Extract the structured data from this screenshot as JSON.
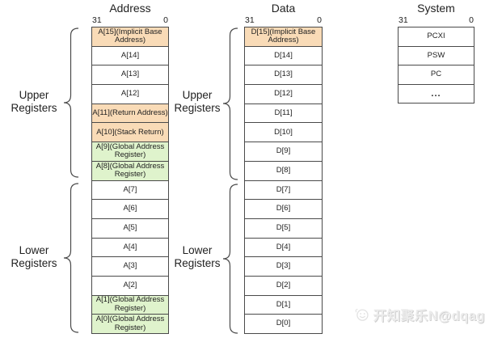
{
  "diagram": {
    "columns": {
      "address": {
        "title": "Address",
        "bit_high": "31",
        "bit_low": "0",
        "registers": [
          {
            "label": "A[15](Implicit Base Address)",
            "fill": "orange"
          },
          {
            "label": "A[14]",
            "fill": "none"
          },
          {
            "label": "A[13]",
            "fill": "none"
          },
          {
            "label": "A[12]",
            "fill": "none"
          },
          {
            "label": "A[11](Return Address)",
            "fill": "orange"
          },
          {
            "label": "A[10](Stack Return)",
            "fill": "orange"
          },
          {
            "label": "A[9](Global Address Register)",
            "fill": "green"
          },
          {
            "label": "A[8](Global Address Register)",
            "fill": "green"
          },
          {
            "label": "A[7]",
            "fill": "none"
          },
          {
            "label": "A[6]",
            "fill": "none"
          },
          {
            "label": "A[5]",
            "fill": "none"
          },
          {
            "label": "A[4]",
            "fill": "none"
          },
          {
            "label": "A[3]",
            "fill": "none"
          },
          {
            "label": "A[2]",
            "fill": "none"
          },
          {
            "label": "A[1](Global Address Register)",
            "fill": "green"
          },
          {
            "label": "A[0](Global Address Register)",
            "fill": "green"
          }
        ]
      },
      "data": {
        "title": "Data",
        "bit_high": "31",
        "bit_low": "0",
        "registers": [
          {
            "label": "D[15](Implicit Base Address)",
            "fill": "orange"
          },
          {
            "label": "D[14]",
            "fill": "none"
          },
          {
            "label": "D[13]",
            "fill": "none"
          },
          {
            "label": "D[12]",
            "fill": "none"
          },
          {
            "label": "D[11]",
            "fill": "none"
          },
          {
            "label": "D[10]",
            "fill": "none"
          },
          {
            "label": "D[9]",
            "fill": "none"
          },
          {
            "label": "D[8]",
            "fill": "none"
          },
          {
            "label": "D[7]",
            "fill": "none"
          },
          {
            "label": "D[6]",
            "fill": "none"
          },
          {
            "label": "D[5]",
            "fill": "none"
          },
          {
            "label": "D[4]",
            "fill": "none"
          },
          {
            "label": "D[3]",
            "fill": "none"
          },
          {
            "label": "D[2]",
            "fill": "none"
          },
          {
            "label": "D[1]",
            "fill": "none"
          },
          {
            "label": "D[0]",
            "fill": "none"
          }
        ]
      },
      "system": {
        "title": "System",
        "bit_high": "31",
        "bit_low": "0",
        "registers": [
          {
            "label": "PCXI"
          },
          {
            "label": "PSW"
          },
          {
            "label": "PC"
          },
          {
            "label": "..."
          }
        ]
      }
    },
    "group_labels": {
      "upper_address": "Upper\nRegisters",
      "lower_address": "Lower\nRegisters",
      "upper_data": "Upper\nRegisters",
      "lower_data": "Lower\nRegisters"
    },
    "colors": {
      "highlight_orange": "#F9DBB7",
      "highlight_green": "#DFF3CC",
      "border": "#4a4a4a"
    }
  },
  "watermark": {
    "icon": "smiley-face-icon",
    "text": "开知聚乐N@dqag"
  }
}
